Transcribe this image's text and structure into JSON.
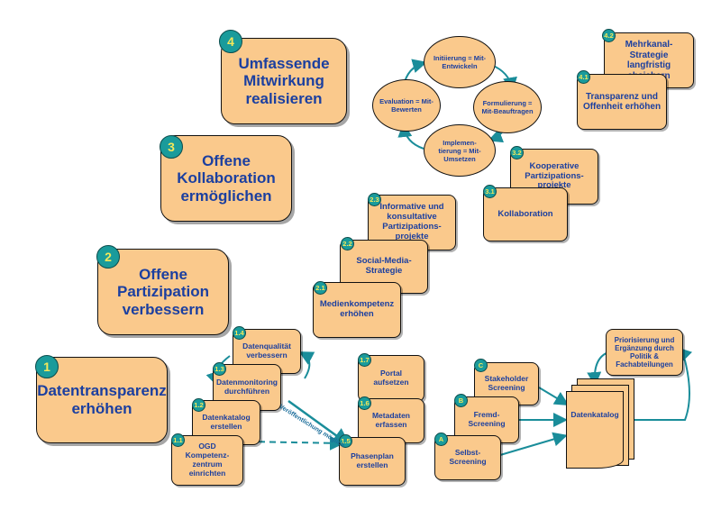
{
  "levels": [
    {
      "num": "4",
      "title": "Umfassende Mitwirkung realisieren"
    },
    {
      "num": "3",
      "title": "Offene Kollaboration ermöglichen"
    },
    {
      "num": "2",
      "title": "Offene Partizipation verbessern"
    },
    {
      "num": "1",
      "title": "Datentransparenz erhöhen"
    }
  ],
  "cycle": {
    "top": "Initiierung = Mit-Entwickeln",
    "right": "Formulierung = Mit-Beauftragen",
    "bottom": "Implemen-tierung = Mit-Umsetzen",
    "left": "Evaluation = Mit-Bewerten"
  },
  "steps": {
    "s4_2": {
      "num": "4.2",
      "label": "Mehrkanal-Strategie langfristig absichern"
    },
    "s4_1": {
      "num": "4.1",
      "label": "Transparenz und Offenheit erhöhen"
    },
    "s3_2": {
      "num": "3.2",
      "label": "Kooperative Partizipations-projekte"
    },
    "s3_1": {
      "num": "3.1",
      "label": "Kollaboration"
    },
    "s2_3": {
      "num": "2.3",
      "label": "Informative und konsultative Partizipations-projekte"
    },
    "s2_2": {
      "num": "2.2",
      "label": "Social-Media-Strategie"
    },
    "s2_1": {
      "num": "2.1",
      "label": "Medienkompetenz erhöhen"
    },
    "s1_4": {
      "num": "1.4",
      "label": "Datenqualität verbessern"
    },
    "s1_3": {
      "num": "1.3",
      "label": "Datenmonitoring durchführen"
    },
    "s1_2": {
      "num": "1.2",
      "label": "Datenkatalog erstellen"
    },
    "s1_1": {
      "num": "1.1",
      "label": "OGD Kompetenz-zentrum einrichten"
    },
    "s1_7": {
      "num": "1.7",
      "label": "Portal aufsetzen"
    },
    "s1_6": {
      "num": "1.6",
      "label": "Metadaten erfassen"
    },
    "s1_5": {
      "num": "1.5",
      "label": "Phasenplan erstellen"
    },
    "sc": {
      "num": "C",
      "label": "Stakeholder Screening"
    },
    "sb": {
      "num": "B",
      "label": "Fremd-Screening"
    },
    "sa": {
      "num": "A",
      "label": "Selbst-Screening"
    }
  },
  "catalog": "Datenkatalog",
  "priority": "Priorisierung und Ergänzung durch Politik & Fachabteilungen",
  "arrow_label": "Veröffentlichung möglich",
  "colors": {
    "box": "#fac98c",
    "badge": "#1a9b9b",
    "badge_text": "#f5e85a",
    "text": "#1b3fa0",
    "arrow": "#1a8d9a"
  }
}
